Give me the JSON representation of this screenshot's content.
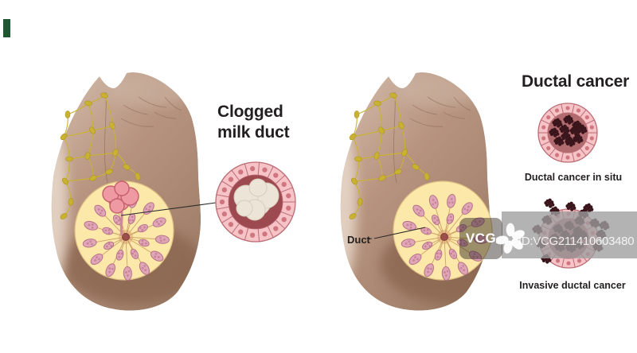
{
  "panels": {
    "left": {
      "title": "Clogged milk duct"
    },
    "right": {
      "title": "Ductal cancer",
      "duct_label": "Duct",
      "insets": {
        "in_situ": {
          "caption": "Ductal cancer in situ"
        },
        "invasive": {
          "caption": "Invasive ductal cancer"
        }
      }
    }
  },
  "watermark": {
    "logo_text": "VCG",
    "id_text": "ID:VCG211410603480"
  },
  "colors": {
    "skin_light": "#d6bfae",
    "skin_mid": "#b79480",
    "skin_dark": "#9e7d67",
    "skin_shadow": "#8a6650",
    "lymph": "#c9b232",
    "gland_fill": "#fce9a9",
    "gland_edge": "#e0c084",
    "duct_lines": "#c79a5e",
    "lobule_fill": "#dfa6b7",
    "lobule_edge": "#b8708a",
    "nipple": "#9c4f4a",
    "clog_fill": "#ef9aa3",
    "clog_edge": "#c4606e",
    "cell_fill": "#f6c3c6",
    "cell_edge": "#bb6b74",
    "cell_nucleus": "#cf7680",
    "duct_wall": "#9d4950",
    "clog_cream": "#ece4d7",
    "clog_cream_edge": "#d8ccbb",
    "cancer_interior": "#b26b6e",
    "cancer_cells": "#3a151b",
    "text": "#231f20",
    "watermark_band": "#9e9e9e",
    "corner_marker": "#1e5631"
  }
}
